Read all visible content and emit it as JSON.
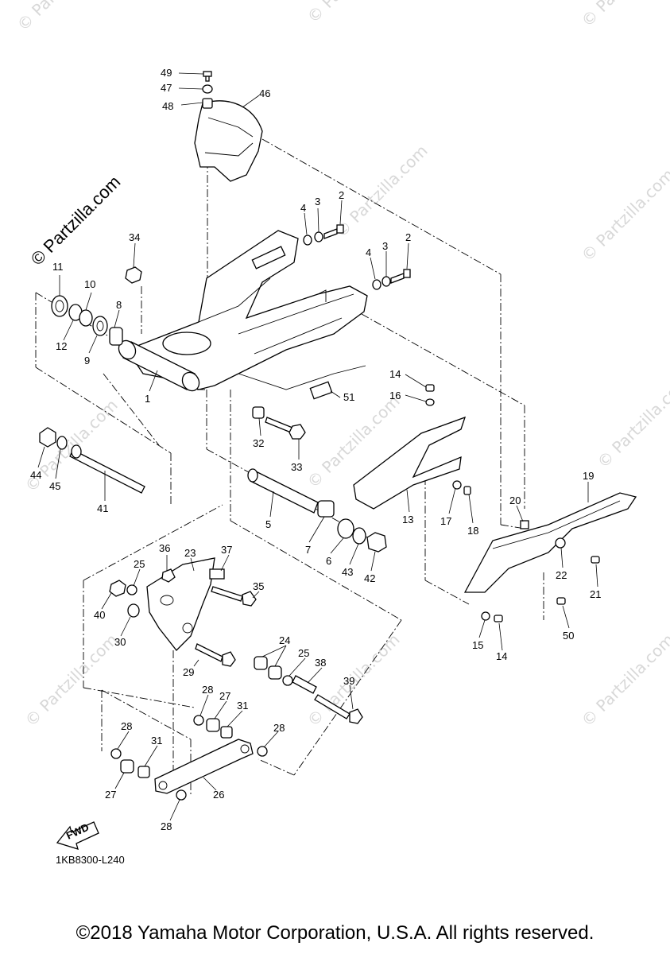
{
  "watermark": {
    "site": "© Partzilla.com",
    "small": "© Partzilla.com"
  },
  "diagram": {
    "code": "1KB8300-L240",
    "fwd": "FWD",
    "copyright": "©2018 Yamaha Motor Corporation, U.S.A. All rights reserved."
  },
  "callouts": [
    "1",
    "2",
    "3",
    "4",
    "5",
    "6",
    "7",
    "8",
    "9",
    "10",
    "11",
    "12",
    "13",
    "14",
    "15",
    "16",
    "17",
    "18",
    "19",
    "20",
    "21",
    "22",
    "23",
    "24",
    "25",
    "26",
    "27",
    "28",
    "29",
    "30",
    "31",
    "32",
    "33",
    "34",
    "35",
    "36",
    "37",
    "38",
    "39",
    "40",
    "41",
    "42",
    "43",
    "44",
    "45",
    "46",
    "47",
    "48",
    "49",
    "50",
    "51"
  ],
  "labels": {
    "l49": "49",
    "l47": "47",
    "l48": "48",
    "l46": "46",
    "l4a": "4",
    "l3a": "3",
    "l2a": "2",
    "l4b": "4",
    "l3b": "3",
    "l2b": "2",
    "l34": "34",
    "l11": "11",
    "l10": "10",
    "l8": "8",
    "l12": "12",
    "l9": "9",
    "l1": "1",
    "l14a": "14",
    "l16": "16",
    "l51": "51",
    "l32": "32",
    "l33": "33",
    "l44": "44",
    "l45": "45",
    "l41": "41",
    "l5": "5",
    "l7": "7",
    "l6": "6",
    "l43": "43",
    "l42": "42",
    "l13": "13",
    "l17": "17",
    "l18": "18",
    "l19": "19",
    "l20": "20",
    "l22": "22",
    "l21": "21",
    "l36": "36",
    "l23": "23",
    "l37": "37",
    "l25a": "25",
    "l40": "40",
    "l35": "35",
    "l30": "30",
    "l24": "24",
    "l25b": "25",
    "l38": "38",
    "l29": "29",
    "l39": "39",
    "l15": "15",
    "l14b": "14",
    "l50": "50",
    "l28a": "28",
    "l27a": "27",
    "l31a": "31",
    "l28b": "28",
    "l31b": "31",
    "l28c": "28",
    "l27b": "27",
    "l26": "26",
    "l28d": "28"
  }
}
